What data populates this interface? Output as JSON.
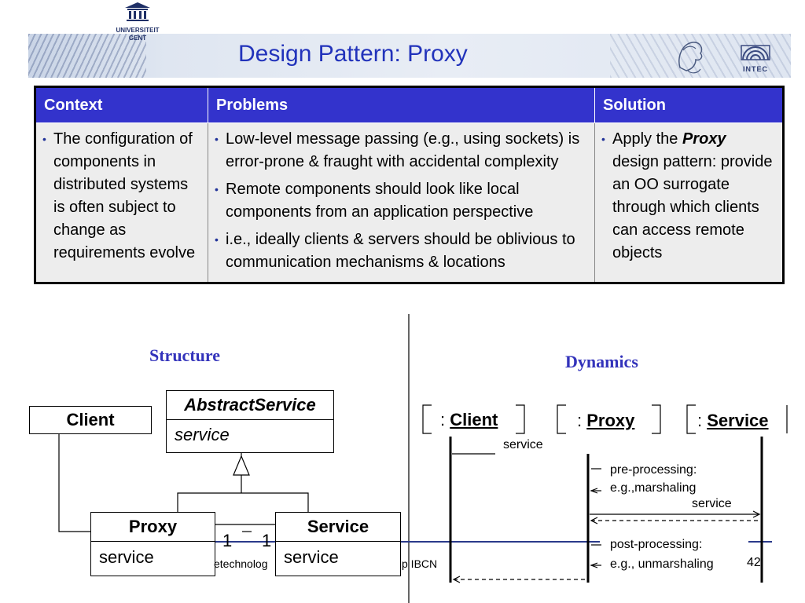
{
  "header": {
    "title": "Design Pattern: Proxy",
    "university_logo_text": [
      "UNIVERSITEIT",
      "GENT"
    ],
    "intec_logo_text": "INTEC"
  },
  "table": {
    "columns": [
      "Context",
      "Problems",
      "Solution"
    ],
    "context": [
      "The configuration of components in distributed systems is often subject to change as requirements evolve"
    ],
    "problems": [
      "Low-level message passing (e.g., using sockets) is error-prone & fraught with accidental complexity",
      "Remote components should look like local components from an application perspective",
      "i.e., ideally clients & servers should be oblivious to communication mechanisms & locations"
    ],
    "solution": {
      "prefix": "Apply the ",
      "emphasis": "Proxy",
      "suffix": " design pattern: provide an OO surrogate through which clients can access remote objects"
    }
  },
  "structure": {
    "heading": "Structure",
    "client_label": "Client",
    "abstract_service": {
      "name": "AbstractService",
      "operation": "service"
    },
    "proxy": {
      "name": "Proxy",
      "operation": "service"
    },
    "service": {
      "name": "Service",
      "operation": "service"
    },
    "multiplicity_left": "1",
    "multiplicity_right": "1"
  },
  "dynamics": {
    "heading": "Dynamics",
    "objects": [
      {
        "prefix": ": ",
        "name": "Client"
      },
      {
        "prefix": ": ",
        "name": "Proxy"
      },
      {
        "prefix": ": ",
        "name": "Service"
      }
    ],
    "messages": {
      "service_call": "service",
      "pre_processing": "pre-processing:",
      "pre_processing_example": "e.g.,marshaling",
      "service_forward": "service",
      "post_processing": "post-processing:",
      "post_processing_example": "e.g., unmarshaling"
    }
  },
  "footer": {
    "left_fragment": "etechnolog",
    "right_fragment": "p IBCN",
    "page_number": "42"
  }
}
